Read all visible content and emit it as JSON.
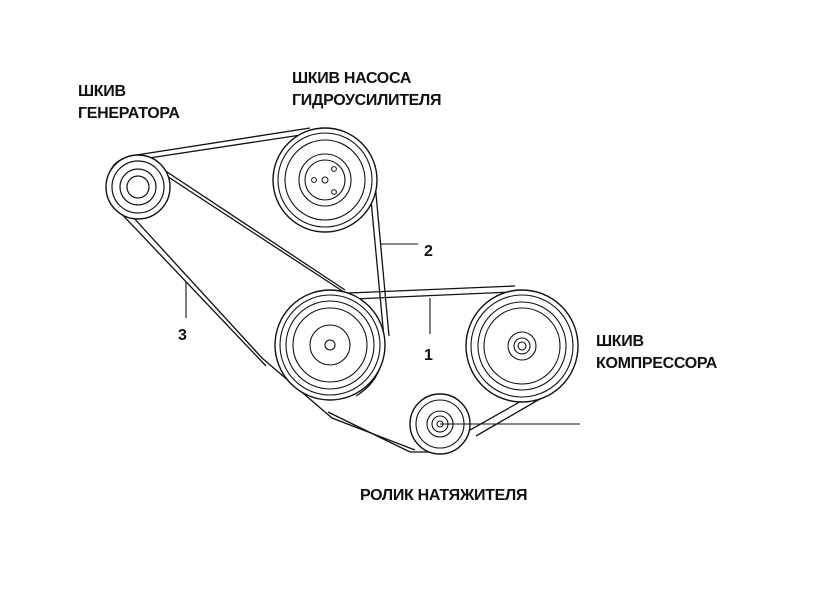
{
  "labels": {
    "generator": [
      "ШКИВ",
      "ГЕНЕРАТОРА"
    ],
    "pump": [
      "ШКИВ НАСОСА",
      "ГИДРОУСИЛИТЕЛЯ"
    ],
    "compressor": [
      "ШКИВ",
      "КОМПРЕССОРА"
    ],
    "tensioner": "РОЛИК НАТЯЖИТЕЛЯ"
  },
  "callouts": {
    "belt_1": "1",
    "belt_2": "2",
    "belt_3": "3"
  },
  "colors": {
    "line": "#111111",
    "background": "#ffffff"
  }
}
